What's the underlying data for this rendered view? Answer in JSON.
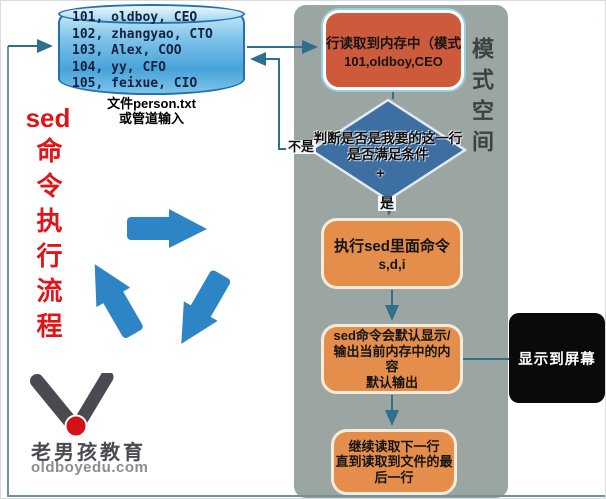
{
  "input_source": {
    "rows": [
      "101, oldboy, CEO",
      "102, zhangyao, CTO",
      "103, Alex, COO",
      "104, yy, CFO",
      "105, feixue, CIO"
    ],
    "caption_line1": "文件person.txt",
    "caption_line2": "或管道输入"
  },
  "side_title": {
    "latin": "sed",
    "vertical": "命令执行流程"
  },
  "logo": {
    "name": "老男孩教育",
    "domain": "oldboyedu.com"
  },
  "pattern_space_label": "模式空间",
  "flow": {
    "read_box": {
      "line1": "行读取到内存中（模式",
      "line2": "101,oldboy,CEO"
    },
    "decision": {
      "line1": "判断是否是我要的这一行",
      "line2": "是否满足条件"
    },
    "no_label": "不是",
    "yes_label": "是",
    "cursor_glyph": "+",
    "exec_box": {
      "line1": "执行sed里面命令",
      "line2": "s,d,i"
    },
    "output_box": {
      "lines": [
        "sed命令会默认显示/",
        "输出当前内存中的内",
        "容",
        "默认输出"
      ]
    },
    "next_box": {
      "lines": [
        "继续读取下一行",
        "直到读取到文件的最",
        "后一行"
      ]
    },
    "screen_box": {
      "label": "显示到屏幕"
    }
  },
  "colors": {
    "panel": "#9ba6a2",
    "read_box": "#ce5a3c",
    "diamond": "#3d6fa3",
    "orange_box": "#e58e4c",
    "orange_border": "#f6ecd9",
    "screen_box": "#0a0a0a",
    "cylinder": "#48a3d9",
    "cylinder_border": "#2272ad",
    "arrow": "#2e6f8e",
    "accent_red": "#e31418",
    "recycle_blue": "#2d85c5",
    "logo_gray": "#4a4a50",
    "logo_red": "#d31116"
  }
}
